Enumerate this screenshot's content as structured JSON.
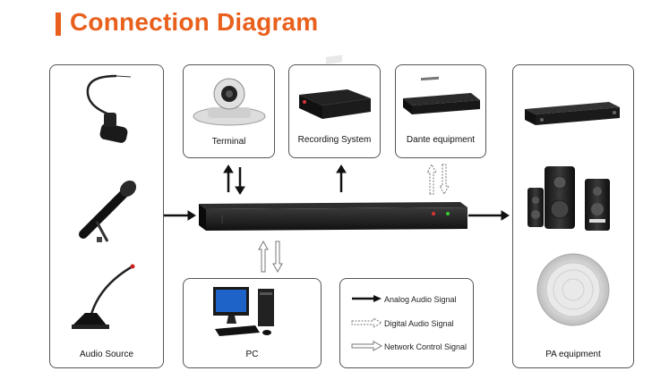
{
  "title": "Connection Diagram",
  "boxes": {
    "audio_source": "Audio Source",
    "terminal": "Terminal",
    "recording_system": "Recording System",
    "dante_equipment": "Dante equipment",
    "pa_equipment": "PA equipment",
    "pc": "PC"
  },
  "legend": {
    "analog": "Analog Audio Signal",
    "digital": "Digital Audio Signal",
    "network": "Network Control Signal"
  },
  "colors": {
    "accent": "#e8601c",
    "border": "#555555"
  }
}
